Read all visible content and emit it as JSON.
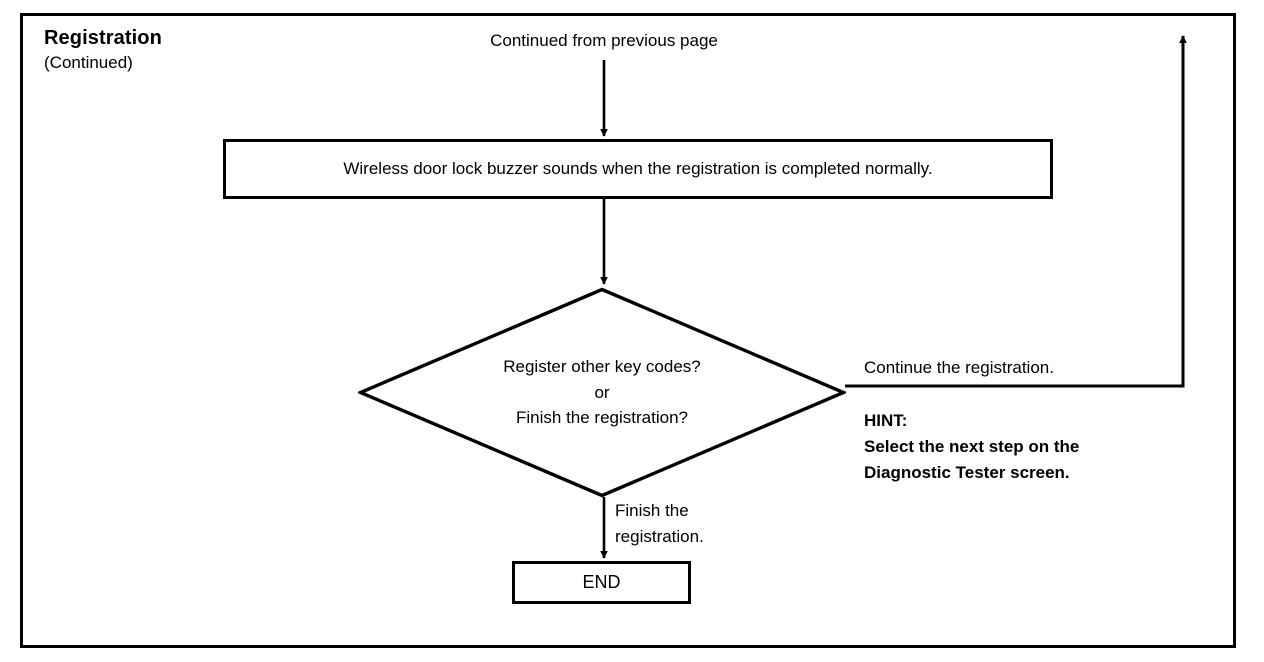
{
  "page": {
    "title_main": "Registration",
    "title_sub": "(Continued)",
    "background_color": "#ffffff",
    "line_color": "#000000"
  },
  "flowchart": {
    "entry_label": "Continued from previous page",
    "process": {
      "text": "Wireless door lock buzzer sounds when the registration is completed normally."
    },
    "decision": {
      "line1": "Register other key codes?",
      "line2": "or",
      "line3": "Finish the registration?"
    },
    "branch_right": {
      "label": "Continue the registration.",
      "hint_title": "HINT:",
      "hint_line1": "Select the next step on the",
      "hint_line2": "Diagnostic Tester screen."
    },
    "branch_down": {
      "label_line1": "Finish the",
      "label_line2": "registration."
    },
    "terminator": {
      "text": "END"
    }
  }
}
